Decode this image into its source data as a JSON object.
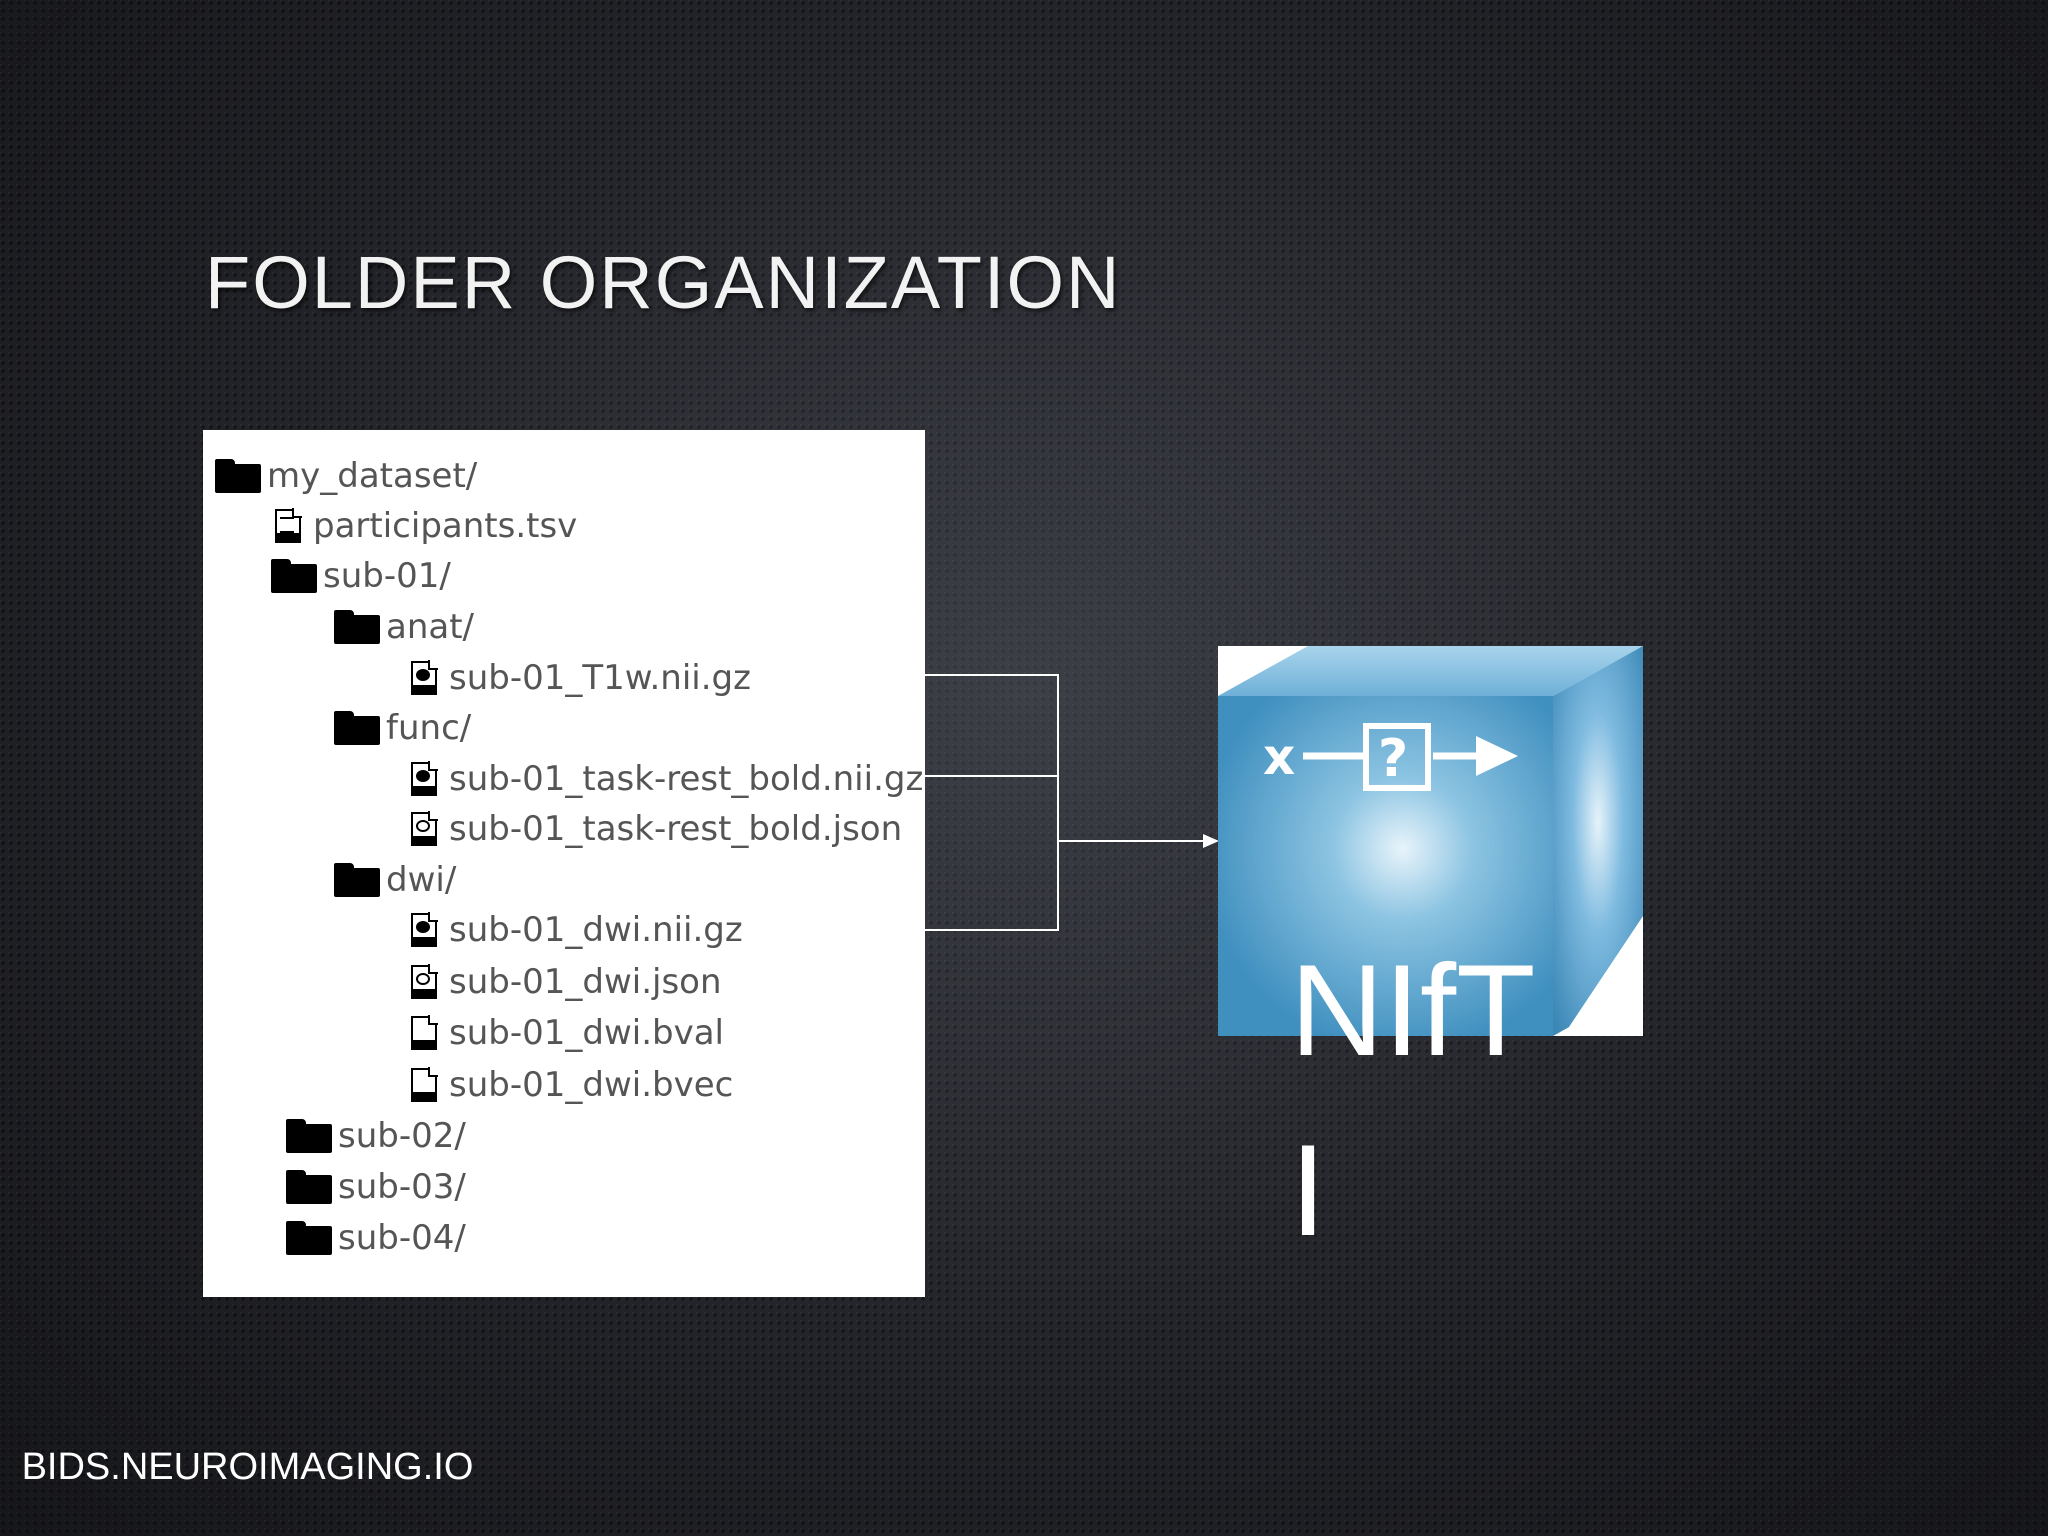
{
  "slide": {
    "title": "FOLDER ORGANIZATION",
    "footer": "BIDS.NEUROIMAGING.IO"
  },
  "tree": {
    "items": [
      {
        "label": "my_dataset/",
        "type": "folder",
        "icon": "folder-icon"
      },
      {
        "label": "participants.tsv",
        "type": "file",
        "icon": "tsv-file-icon"
      },
      {
        "label": "sub-01/",
        "type": "folder",
        "icon": "folder-icon"
      },
      {
        "label": "anat/",
        "type": "folder",
        "icon": "folder-icon"
      },
      {
        "label": "sub-01_T1w.nii.gz",
        "type": "file",
        "icon": "nifti-file-icon"
      },
      {
        "label": "func/",
        "type": "folder",
        "icon": "folder-icon"
      },
      {
        "label": "sub-01_task-rest_bold.nii.gz",
        "type": "file",
        "icon": "nifti-file-icon"
      },
      {
        "label": "sub-01_task-rest_bold.json",
        "type": "file",
        "icon": "json-file-icon"
      },
      {
        "label": "dwi/",
        "type": "folder",
        "icon": "folder-icon"
      },
      {
        "label": "sub-01_dwi.nii.gz",
        "type": "file",
        "icon": "nifti-file-icon"
      },
      {
        "label": "sub-01_dwi.json",
        "type": "file",
        "icon": "json-file-icon"
      },
      {
        "label": "sub-01_dwi.bval",
        "type": "file",
        "icon": "blank-file-icon"
      },
      {
        "label": "sub-01_dwi.bvec",
        "type": "file",
        "icon": "blank-file-icon"
      },
      {
        "label": "sub-02/",
        "type": "folder",
        "icon": "folder-icon"
      },
      {
        "label": "sub-03/",
        "type": "folder",
        "icon": "folder-icon"
      },
      {
        "label": "sub-04/",
        "type": "folder",
        "icon": "folder-icon"
      }
    ]
  },
  "nifti_box": {
    "label": "NIfTI",
    "icon": "function-box-icon",
    "symbol": "?",
    "input": "x",
    "color": "#5aa6cf"
  },
  "colors": {
    "background": "#222328",
    "panel": "#ffffff",
    "text": "#555555",
    "connector": "#ffffff"
  }
}
